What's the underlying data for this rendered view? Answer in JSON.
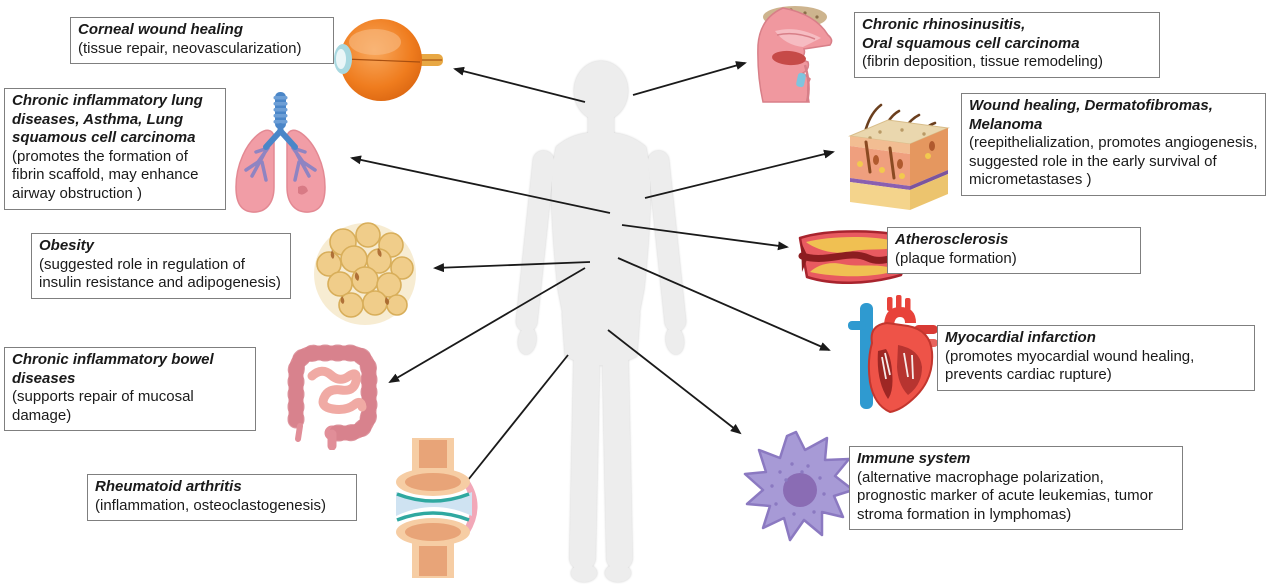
{
  "figure_type": "annotated-anatomy-diagram",
  "annotations": {
    "corneal": {
      "title": "Corneal wound healing",
      "title2": "",
      "desc": "(tissue repair, neovascularization)"
    },
    "lung": {
      "title": "Chronic inflammatory lung diseases, Asthma, Lung squamous cell carcinoma",
      "title2": "",
      "desc": "(promotes the formation of fibrin scaffold, may enhance airway obstruction )"
    },
    "obesity": {
      "title": "Obesity",
      "title2": "",
      "desc": "(suggested role in regulation of insulin resistance and adipogenesis)"
    },
    "bowel": {
      "title": "Chronic inflammatory bowel diseases",
      "title2": "",
      "desc": "(supports repair of mucosal damage)"
    },
    "arthritis": {
      "title": "Rheumatoid arthritis",
      "title2": "",
      "desc": "(inflammation, osteoclastogenesis)"
    },
    "rhino": {
      "title": "Chronic rhinosinusitis,",
      "title2": "Oral squamous cell carcinoma",
      "desc": "(fibrin deposition, tissue remodeling)"
    },
    "skin": {
      "title": "Wound healing, Dermatofibromas,",
      "title2": "Melanoma",
      "desc": "(reepithelialization, promotes angiogenesis, suggested role in the early survival of micrometastases )"
    },
    "athero": {
      "title": "Atherosclerosis",
      "title2": "",
      "desc": "(plaque formation)"
    },
    "myocard": {
      "title": "Myocardial infarction",
      "title2": "",
      "desc": "(promotes myocardial wound healing, prevents cardiac rupture)"
    },
    "immune": {
      "title": "Immune system",
      "title2": "",
      "desc": "(alternative macrophage polarization, prognostic marker of acute leukemias, tumor stroma formation in lymphomas)"
    }
  },
  "organ_icons": [
    {
      "id": "eye",
      "icon": "eye-icon"
    },
    {
      "id": "lungs",
      "icon": "lungs-icon"
    },
    {
      "id": "adipose",
      "icon": "adipose-tissue-icon"
    },
    {
      "id": "intestine",
      "icon": "intestine-icon"
    },
    {
      "id": "joint",
      "icon": "knee-joint-icon"
    },
    {
      "id": "nose",
      "icon": "nasal-cavity-icon"
    },
    {
      "id": "skin",
      "icon": "skin-cross-section-icon"
    },
    {
      "id": "artery",
      "icon": "atherosclerotic-artery-icon"
    },
    {
      "id": "heart",
      "icon": "heart-icon"
    },
    {
      "id": "macrophage",
      "icon": "macrophage-cell-icon"
    }
  ],
  "connections": [
    "body-to-eye",
    "body-to-nose",
    "body-to-lungs",
    "body-to-skin",
    "body-to-artery",
    "body-to-adipose",
    "body-to-heart",
    "body-to-intestine",
    "body-to-joint",
    "body-to-macrophage"
  ],
  "colors": {
    "arrow": "#1a1a1a",
    "box_border": "#7f7f7f",
    "text": "#1a1a1a",
    "body_fill": "#ededed",
    "eye_orange": "#ef7c1e",
    "lung_pink": "#f19da6",
    "trachea_blue": "#4a86c8",
    "adipose_tan": "#f0cd8a",
    "intestine_pink": "#e18e98",
    "bone_peach": "#f6cda4",
    "artery_red": "#e85a60",
    "plaque_yellow": "#f0c052",
    "heart_red": "#ee5348",
    "vessel_blue": "#2f9ad0",
    "macrophage_purple": "#a79ad6"
  }
}
